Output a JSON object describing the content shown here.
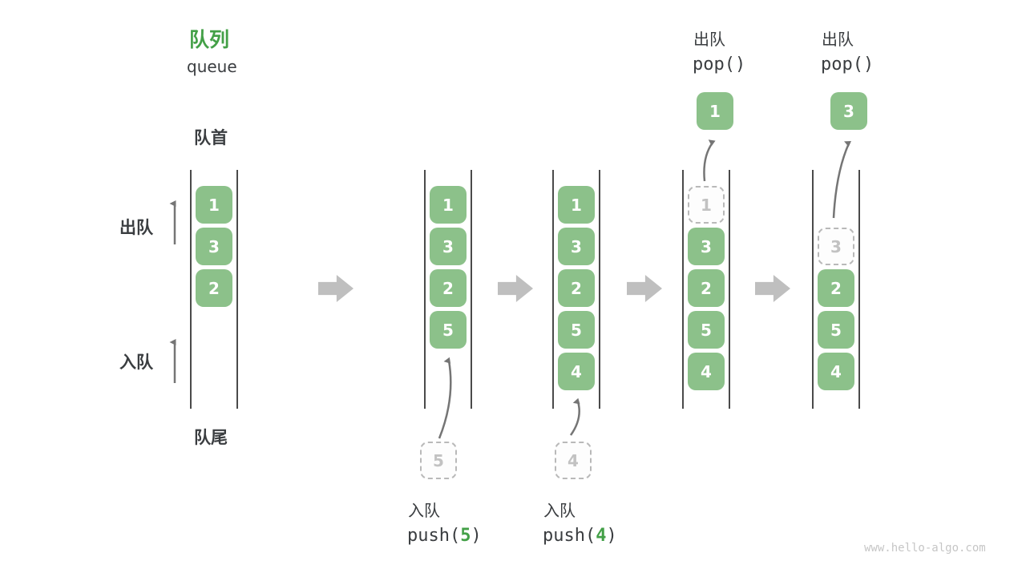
{
  "title": {
    "zh": "队列",
    "en": "queue"
  },
  "labels": {
    "front": "队首",
    "rear": "队尾",
    "dequeue": "出队",
    "enqueue": "入队"
  },
  "queue_states": [
    {
      "items": [
        {
          "value": "1",
          "slot": 1,
          "ghost": false
        },
        {
          "value": "3",
          "slot": 2,
          "ghost": false
        },
        {
          "value": "2",
          "slot": 3,
          "ghost": false
        }
      ]
    },
    {
      "items": [
        {
          "value": "1",
          "slot": 1,
          "ghost": false
        },
        {
          "value": "3",
          "slot": 2,
          "ghost": false
        },
        {
          "value": "2",
          "slot": 3,
          "ghost": false
        },
        {
          "value": "5",
          "slot": 4,
          "ghost": false
        }
      ],
      "pending": "5"
    },
    {
      "items": [
        {
          "value": "1",
          "slot": 1,
          "ghost": false
        },
        {
          "value": "3",
          "slot": 2,
          "ghost": false
        },
        {
          "value": "2",
          "slot": 3,
          "ghost": false
        },
        {
          "value": "5",
          "slot": 4,
          "ghost": false
        },
        {
          "value": "4",
          "slot": 5,
          "ghost": false
        }
      ],
      "pending": "4"
    },
    {
      "items": [
        {
          "value": "1",
          "slot": 1,
          "ghost": true
        },
        {
          "value": "3",
          "slot": 2,
          "ghost": false
        },
        {
          "value": "2",
          "slot": 3,
          "ghost": false
        },
        {
          "value": "5",
          "slot": 4,
          "ghost": false
        },
        {
          "value": "4",
          "slot": 5,
          "ghost": false
        }
      ],
      "popped": "1"
    },
    {
      "items": [
        {
          "value": "3",
          "slot": 2,
          "ghost": true
        },
        {
          "value": "2",
          "slot": 3,
          "ghost": false
        },
        {
          "value": "5",
          "slot": 4,
          "ghost": false
        },
        {
          "value": "4",
          "slot": 5,
          "ghost": false
        }
      ],
      "popped": "3"
    }
  ],
  "ops": {
    "enqueue5": {
      "zh": "入队",
      "fn": "push(",
      "arg": "5",
      "end": ")"
    },
    "enqueue4": {
      "zh": "入队",
      "fn": "push(",
      "arg": "4",
      "end": ")"
    },
    "pop1": {
      "zh": "出队",
      "code": "pop()"
    },
    "pop2": {
      "zh": "出队",
      "code": "pop()"
    }
  },
  "watermark": "www.hello-algo.com",
  "colors": {
    "box_green": "#8cc18a",
    "title_green": "#43a047",
    "text_dark": "#3a3d40",
    "block_arrow_gray": "#bfbfbf",
    "thin_arrow_gray": "#757575",
    "ghost_gray": "#c2c2c2",
    "container_line": "#4a4a4a",
    "watermark_gray": "#c6c6c6"
  }
}
